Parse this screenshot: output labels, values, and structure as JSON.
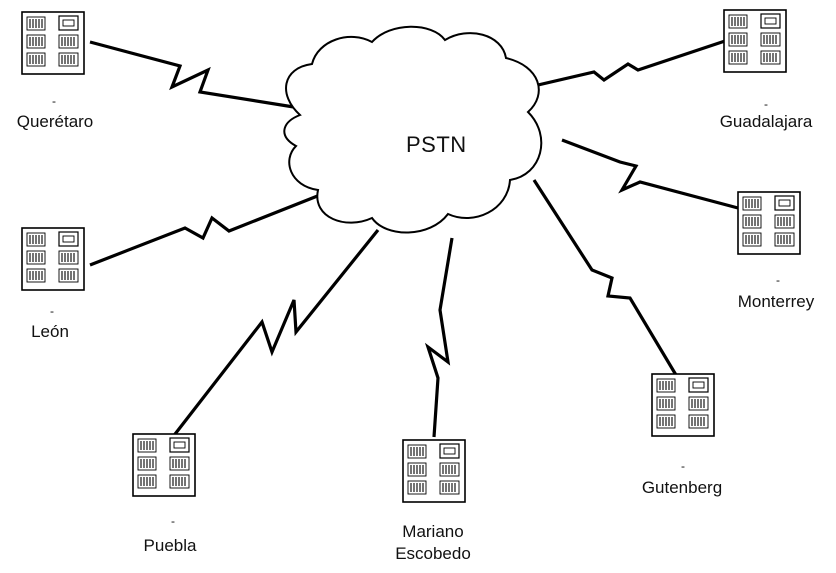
{
  "cloud": {
    "label": "PSTN"
  },
  "sites": [
    {
      "id": "queretaro",
      "name": "Querétaro",
      "dash": "-"
    },
    {
      "id": "leon",
      "name": "León",
      "dash": "-"
    },
    {
      "id": "puebla",
      "name": "Puebla",
      "dash": "-"
    },
    {
      "id": "mariano",
      "name": "Mariano",
      "name2": "Escobedo"
    },
    {
      "id": "gutenberg",
      "name": "Gutenberg",
      "dash": "-"
    },
    {
      "id": "monterrey",
      "name": "Monterrey",
      "dash": "-"
    },
    {
      "id": "guadalajara",
      "name": "Guadalajara",
      "dash": "-"
    }
  ]
}
